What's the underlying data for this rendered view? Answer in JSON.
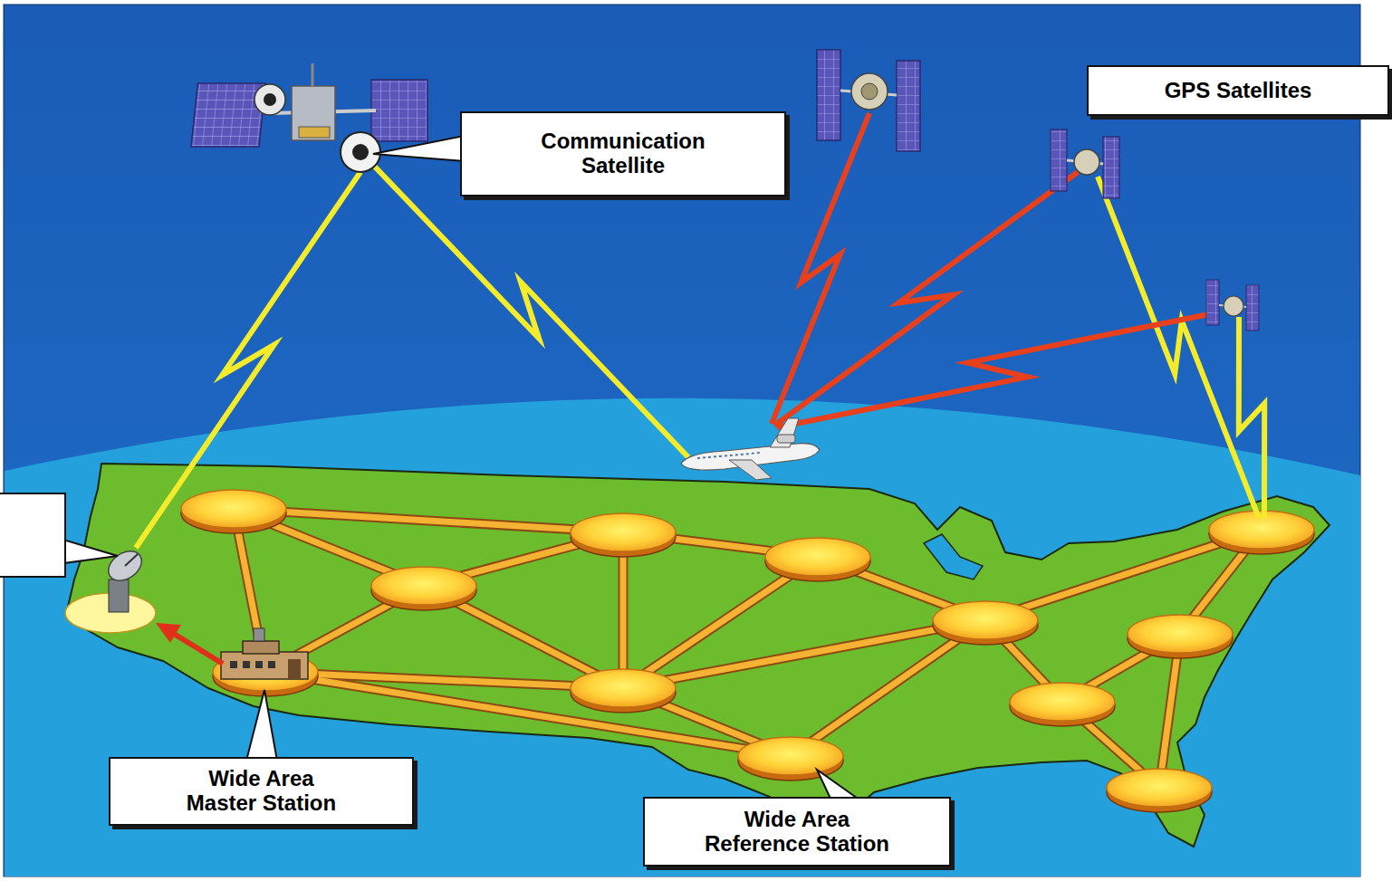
{
  "diagram": {
    "nodes": [
      {
        "text": [
          "Communication Satellite"
        ]
      },
      {
        "text": [
          "GPS Satellites"
        ]
      },
      {
        "text": [
          "Wide Area Master Station"
        ]
      },
      {
        "text": [
          "Wide Area Reference Station"
        ]
      }
    ]
  }
}
